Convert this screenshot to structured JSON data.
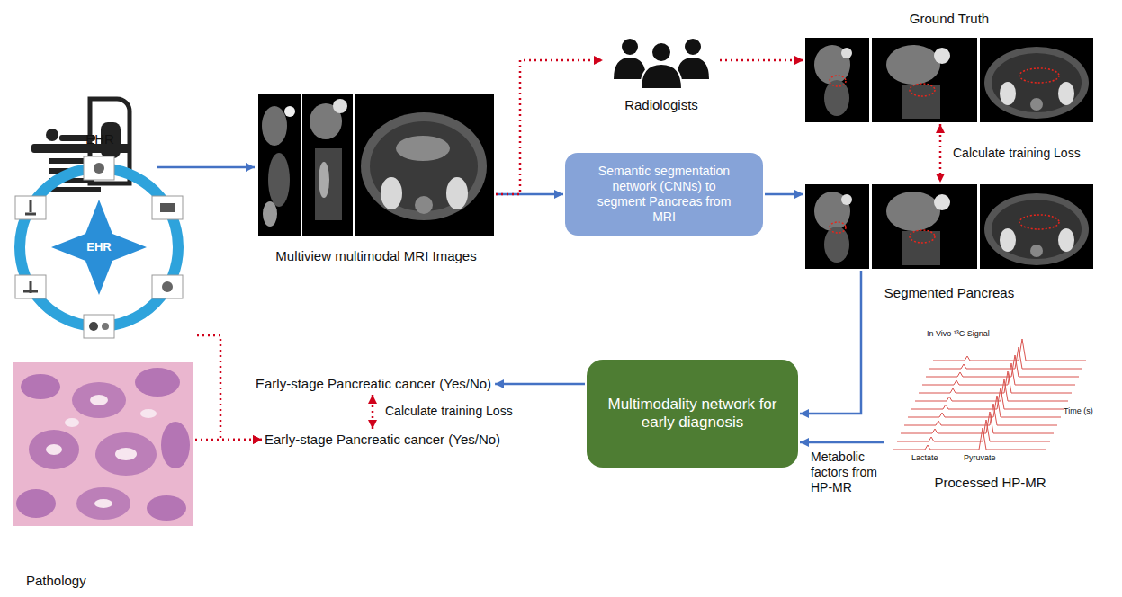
{
  "diagram": {
    "nodes": [
      {
        "text": [
          "EHR"
        ]
      },
      {
        "text": [
          "Multiview multimodal MRI Images"
        ]
      },
      {
        "text": [
          "Radiologists"
        ]
      },
      {
        "text": [
          "Ground Truth"
        ]
      },
      {
        "text": [
          "Semantic segmentation network (CNNs) to segment Pancreas from MRI"
        ]
      },
      {
        "text": [
          "Segmented Pancreas"
        ]
      },
      {
        "text": [
          "Early-stage Pancreatic cancer (Yes/No)"
        ]
      },
      {
        "text": [
          "Early-stage Pancreatic cancer (Yes/No)"
        ]
      },
      {
        "text": [
          "Multimodality network for early diagnosis"
        ]
      },
      {
        "text": [
          "Processed HP-MR"
        ]
      },
      {
        "text": [
          "Pathology"
        ]
      }
    ],
    "edges": [
      {
        "from": 1,
        "to": 4,
        "arrow": "to"
      },
      {
        "from": 1,
        "to": 2,
        "arrow": "to"
      },
      {
        "from": 2,
        "to": 3,
        "arrow": "to"
      },
      {
        "from": 4,
        "to": 5,
        "arrow": "to"
      },
      {
        "from": 3,
        "to": 5,
        "label": "Calculate training Loss",
        "arrow": "both"
      },
      {
        "from": 5,
        "to": 8,
        "arrow": "to"
      },
      {
        "from": 9,
        "to": 8,
        "label": "Metabolic factors from HP-MR",
        "arrow": "to"
      },
      {
        "from": 8,
        "to": 6,
        "arrow": "to"
      },
      {
        "from": 6,
        "to": 7,
        "label": "Calculate training Loss",
        "arrow": "both"
      },
      {
        "from": 10,
        "to": 7,
        "arrow": "to"
      },
      {
        "from": 0,
        "to": 7,
        "arrow": "to"
      }
    ],
    "labels": [
      "EHR",
      "In Vivo ¹³C Signal",
      "Lactate",
      "Pyruvate",
      "Time (s)"
    ]
  }
}
